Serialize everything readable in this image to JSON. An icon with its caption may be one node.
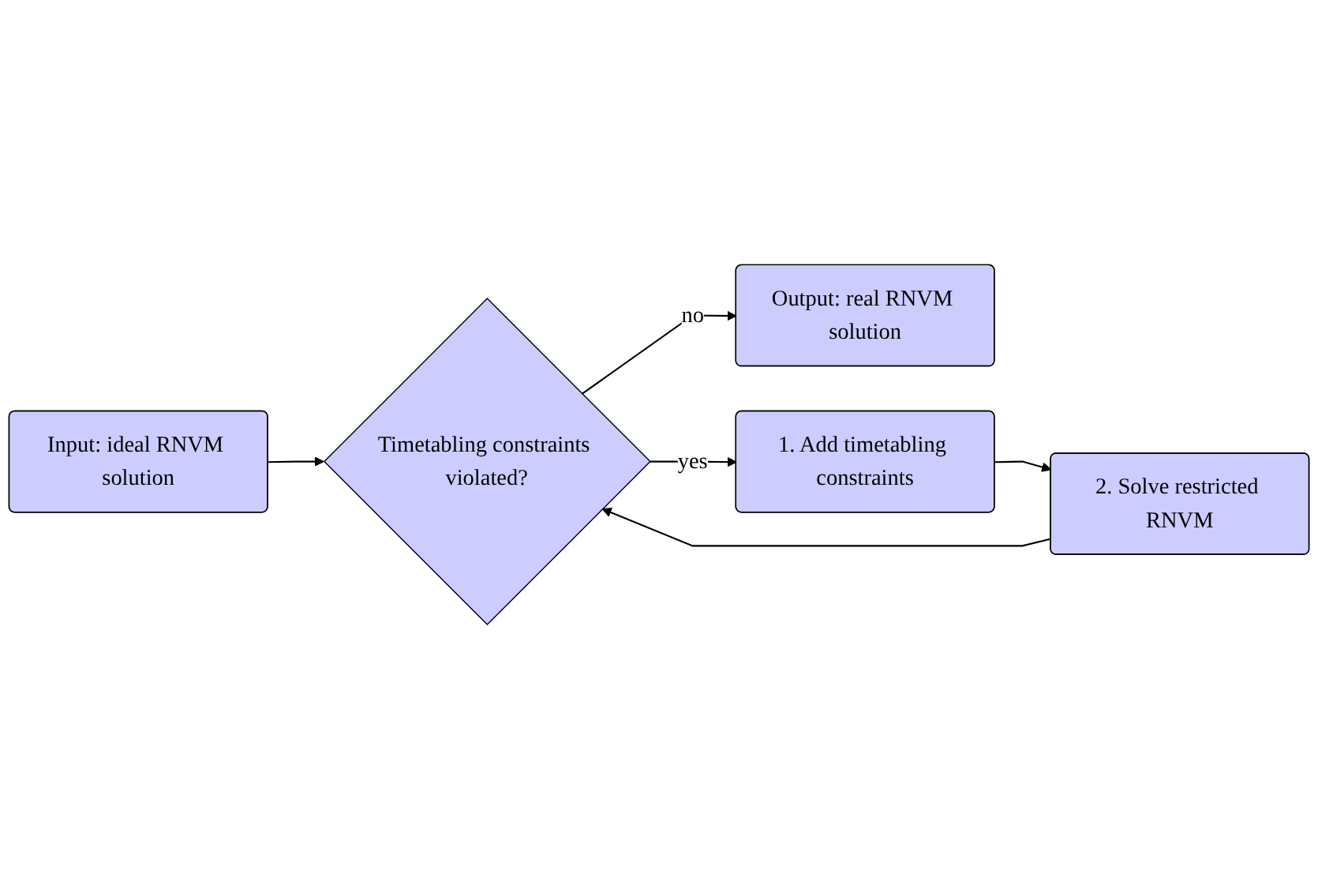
{
  "diagram": {
    "nodes": [
      {
        "text": [
          "Output: real RNVM solution"
        ]
      },
      {
        "text": [
          "Input: ideal RNVM solution"
        ]
      },
      {
        "text": [
          "Timetabling constraints violated?"
        ]
      },
      {
        "text": [
          "1. Add timetabling constraints"
        ]
      },
      {
        "text": [
          "2. Solve restricted RNVM"
        ]
      }
    ],
    "edges": [
      {
        "from": 1,
        "to": 2,
        "arrow": "to"
      },
      {
        "from": 2,
        "to": 0,
        "arrow": "to",
        "label": "no"
      },
      {
        "from": 2,
        "to": 3,
        "arrow": "to",
        "label": "yes"
      },
      {
        "from": 3,
        "to": 4,
        "arrow": "to"
      },
      {
        "from": 4,
        "to": 2,
        "arrow": "to"
      }
    ]
  }
}
